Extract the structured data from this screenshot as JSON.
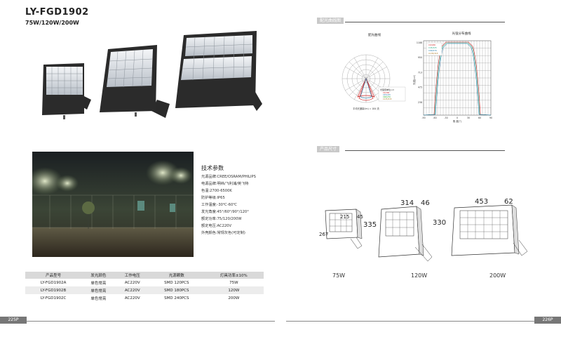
{
  "header": {
    "title": "LY-FGD1902",
    "subtitle": "75W/120W/200W"
  },
  "sections": {
    "light_curve": "配光曲线图",
    "dimensions": "产品尺寸"
  },
  "charts": {
    "polar_title": "配光曲线",
    "polar_legend_title": "光强值单位:cd",
    "polar_legend_items": [
      "C0/180",
      "C45/225",
      "C90/270",
      "C135/315"
    ],
    "polar_caption": "平均光通量(lm) = 184 流",
    "cart_title": "光强分布曲线",
    "cart_legend_items": [
      "C0/180",
      "C45/225",
      "C90/270",
      "C135/315"
    ],
    "cart_ylabel": "光强(cd)",
    "cart_yticks": [
      "1188",
      "950",
      "713",
      "475",
      "238"
    ],
    "cart_xticks": [
      "-90",
      "-60",
      "-30",
      "0",
      "30",
      "60",
      "90"
    ],
    "cart_xlabel": "角 度(°)"
  },
  "specs": {
    "title": "技术参数",
    "lines": [
      "光源品牌:CREE/OSRAM/PHILIPS",
      "电源品牌:明纬/飞利浦/英飞特",
      "色温:2700-6500K",
      "防护等级:IP65",
      "工作温度:-30℃-60℃",
      "发光角度:45°/60°/90°/120°",
      "额定功率:75/120/200W",
      "额定电压:AC220V",
      "外壳颜色:常规灰色(可定制)"
    ]
  },
  "table": {
    "headers": [
      "产品型号",
      "发光颜色",
      "工作电压",
      "光源颗数",
      "灯具功率±10%"
    ],
    "rows": [
      [
        "LY-FGD1902A",
        "单色常亮",
        "AC220V",
        "SMD 120PCS",
        "75W"
      ],
      [
        "LY-FGD1902B",
        "单色常亮",
        "AC220V",
        "SMD 180PCS",
        "120W"
      ],
      [
        "LY-FGD1902C",
        "单色常亮",
        "AC220V",
        "SMD 240PCS",
        "200W"
      ]
    ]
  },
  "dimensions": {
    "small": {
      "w": "215",
      "d": "45",
      "h": "267",
      "watt": "75W"
    },
    "medium": {
      "w": "314",
      "d": "46",
      "h": "335",
      "watt": "120W"
    },
    "large": {
      "w": "453",
      "d": "62",
      "h": "330",
      "watt": "200W"
    }
  },
  "footer": {
    "left_page": "225P",
    "right_page": "226P"
  }
}
